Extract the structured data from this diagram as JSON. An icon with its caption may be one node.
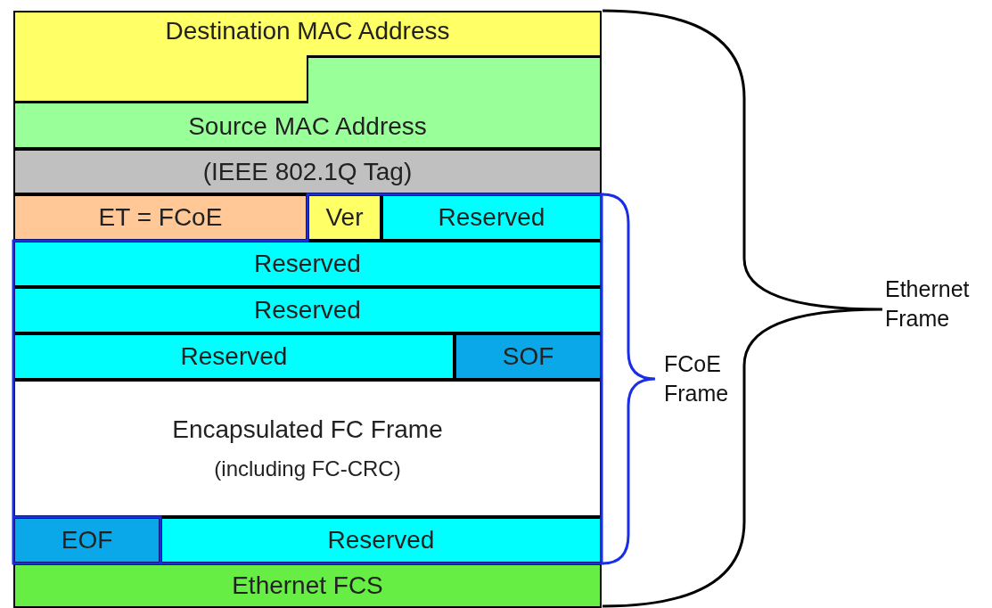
{
  "diagram": {
    "nodes": [
      {
        "text": [
          "Destination MAC Address"
        ]
      },
      {
        "text": [
          "Source MAC Address"
        ]
      },
      {
        "text": [
          "(IEEE 802.1Q Tag)"
        ]
      },
      {
        "text": [
          "ET = FCoE"
        ]
      },
      {
        "text": [
          "Ver"
        ]
      },
      {
        "text": [
          "Reserved"
        ]
      },
      {
        "text": [
          "Reserved"
        ]
      },
      {
        "text": [
          "Reserved"
        ]
      },
      {
        "text": [
          "Reserved"
        ]
      },
      {
        "text": [
          "SOF"
        ]
      },
      {
        "text": [
          "Encapsulated FC Frame",
          "(including FC-CRC)"
        ]
      },
      {
        "text": [
          "EOF"
        ]
      },
      {
        "text": [
          "Reserved"
        ]
      },
      {
        "text": [
          "Ethernet FCS"
        ]
      }
    ],
    "edges": [],
    "labels": [
      "FCoE Frame",
      "Ethernet Frame"
    ]
  }
}
